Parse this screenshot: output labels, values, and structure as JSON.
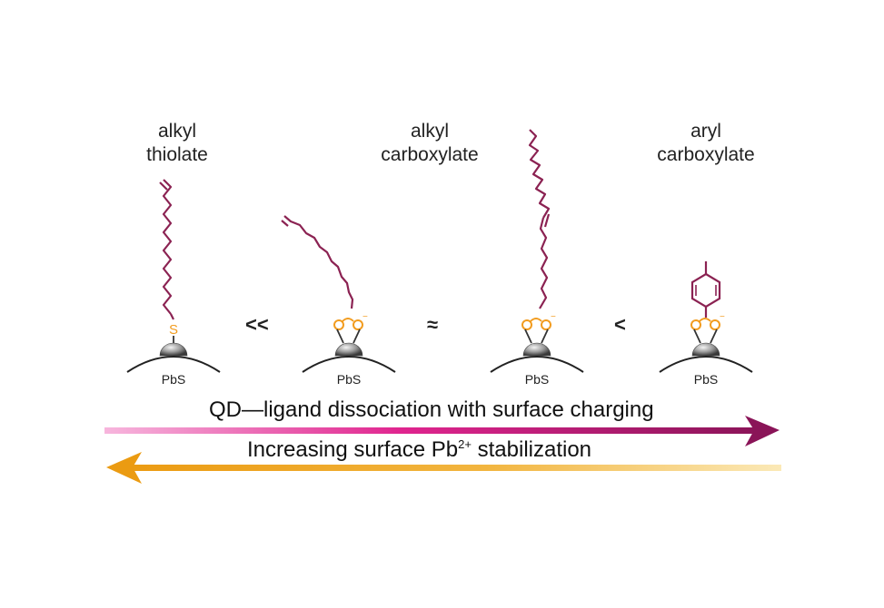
{
  "labels": {
    "thiolate": [
      "alkyl",
      "thiolate"
    ],
    "alkyl_carboxylate": [
      "alkyl",
      "carboxylate"
    ],
    "aryl_carboxylate": [
      "aryl",
      "carboxylate"
    ]
  },
  "relations": [
    "<<",
    "≈",
    "<"
  ],
  "surface_label": "PbS",
  "heteroatom": "S",
  "charge_mark": "−",
  "arrow_top": "QD—ligand dissociation with surface charging",
  "arrow_bottom": {
    "prefix": "Increasing surface Pb",
    "superscript": "2+",
    "suffix": " stabilization"
  },
  "colors": {
    "chain": "#8b2252",
    "anchor": "#f29c1f",
    "pink_start": "#f7b6dd",
    "magenta_mid": "#e0258f",
    "arrow_dark": "#8a1458",
    "gold_light": "#fbe9b7",
    "gold_dark": "#eb9b12"
  }
}
